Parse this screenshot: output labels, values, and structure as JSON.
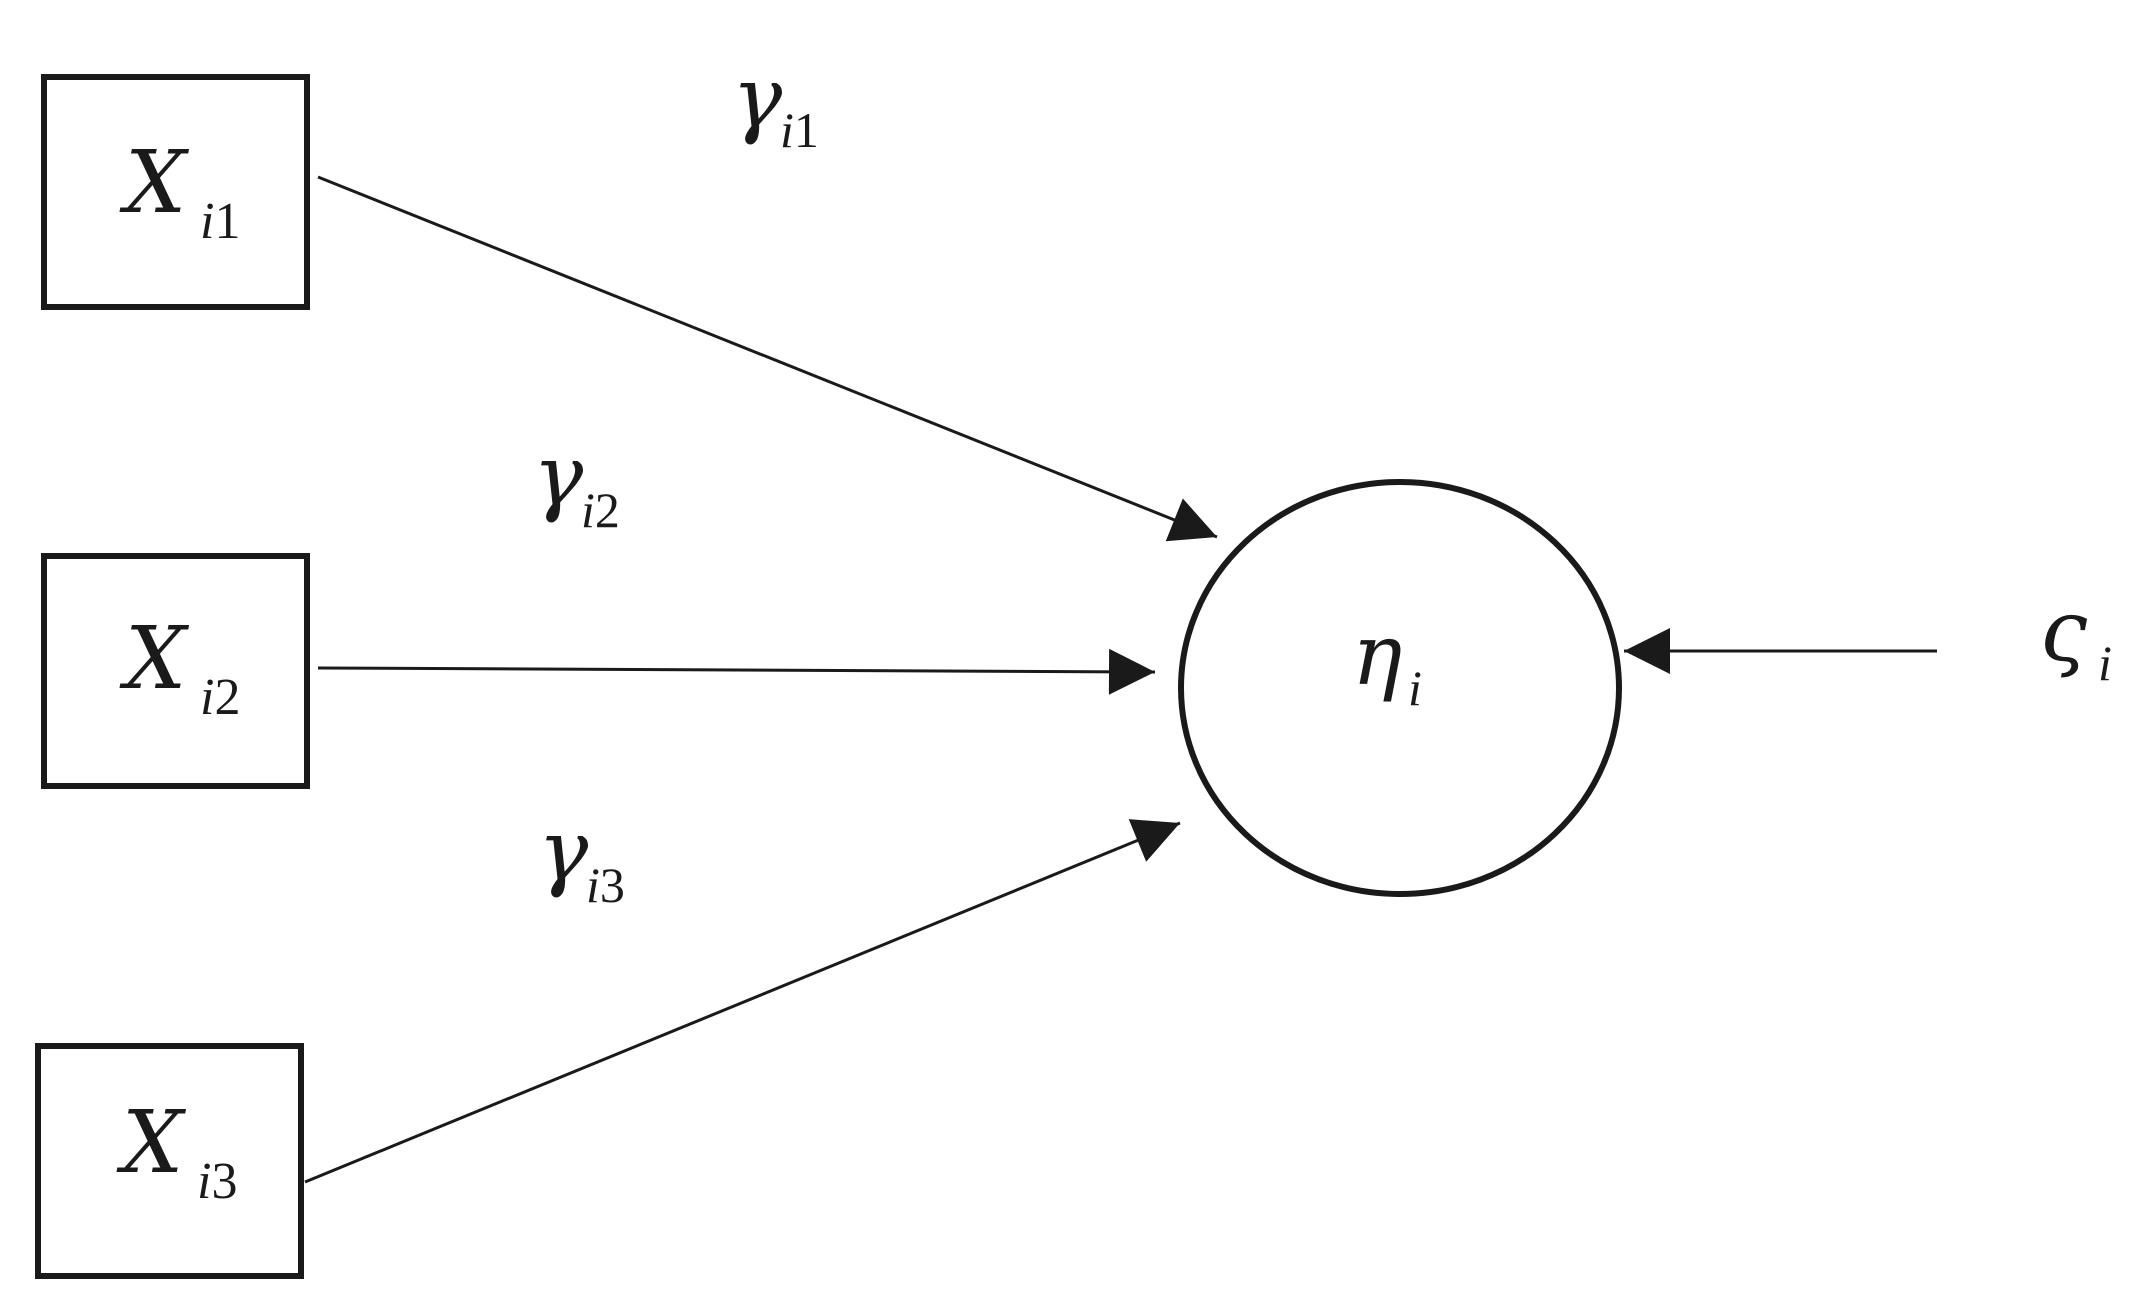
{
  "diagram": {
    "colors": {
      "stroke": "#1a1a1a",
      "background": "#ffffff"
    },
    "nodes": {
      "x1": {
        "symbol": "X",
        "sub_var": "i",
        "sub_idx": "1"
      },
      "x2": {
        "symbol": "X",
        "sub_var": "i",
        "sub_idx": "2"
      },
      "x3": {
        "symbol": "X",
        "sub_var": "i",
        "sub_idx": "3"
      },
      "eta": {
        "symbol": "η",
        "sub_var": "i",
        "sub_idx": ""
      },
      "zeta": {
        "symbol": "ς",
        "sub_var": "i",
        "sub_idx": ""
      }
    },
    "edge_labels": {
      "g1": {
        "symbol": "γ",
        "sub_var": "i",
        "sub_idx": "1"
      },
      "g2": {
        "symbol": "γ",
        "sub_var": "i",
        "sub_idx": "2"
      },
      "g3": {
        "symbol": "γ",
        "sub_var": "i",
        "sub_idx": "3"
      }
    }
  }
}
